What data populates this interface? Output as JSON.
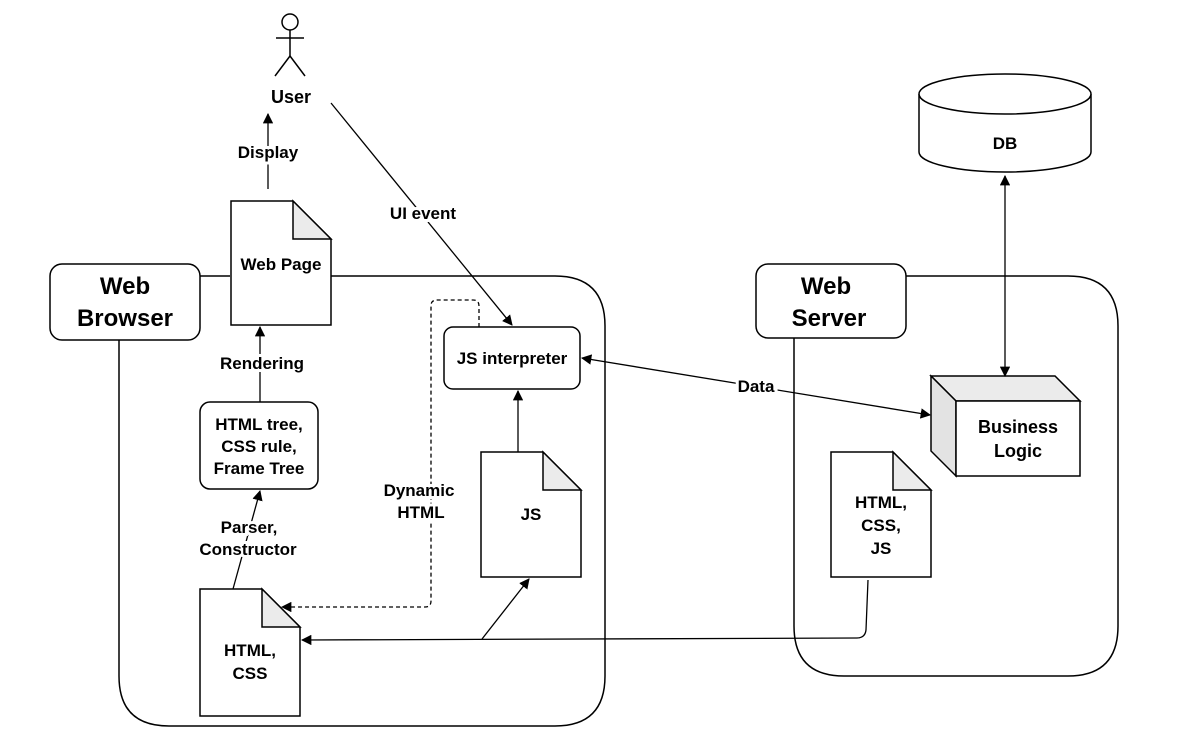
{
  "containers": {
    "web_browser": {
      "line1": "Web",
      "line2": "Browser"
    },
    "web_server": {
      "line1": "Web",
      "line2": "Server"
    }
  },
  "nodes": {
    "user": "User",
    "db": "DB",
    "web_page": "Web Page",
    "js_interpreter": "JS interpreter",
    "dom_trees": [
      "HTML tree,",
      "CSS rule,",
      "Frame Tree"
    ],
    "js_file": "JS",
    "html_css_file": [
      "HTML,",
      "CSS"
    ],
    "server_files": [
      "HTML,",
      "CSS,",
      "JS"
    ],
    "business_logic": [
      "Business",
      "Logic"
    ]
  },
  "edges": {
    "display": "Display",
    "ui_event": "UI event",
    "rendering": "Rendering",
    "parser": [
      "Parser,",
      "Constructor"
    ],
    "dynamic_html": [
      "Dynamic",
      "HTML"
    ],
    "data": "Data"
  }
}
